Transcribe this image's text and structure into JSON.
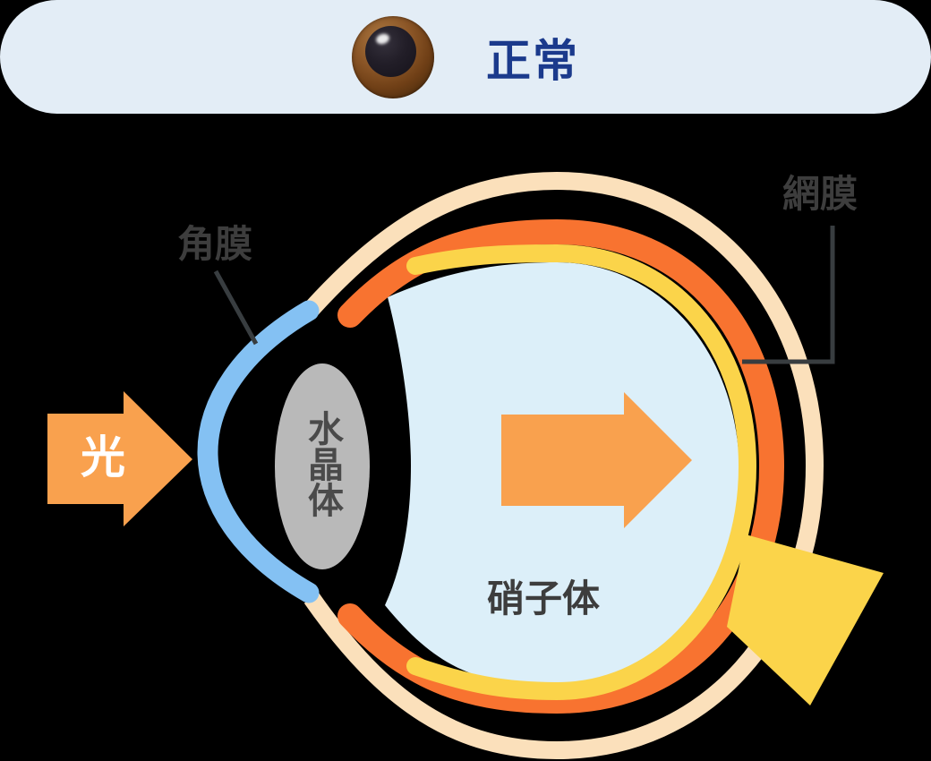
{
  "header": {
    "title": "正常",
    "icon": "eye-iris-icon",
    "background_color": "#e3edf6",
    "title_color": "#1b3a8c"
  },
  "diagram": {
    "background_color": "#000000",
    "label_color": "#3d3d3d",
    "pointer_line_color": "#383d40",
    "parts": {
      "sclera": {
        "color": "#fbe0bb"
      },
      "choroid": {
        "color": "#f87330"
      },
      "retina": {
        "label": "網膜",
        "color": "#fbd44a"
      },
      "cornea": {
        "label": "角膜",
        "color": "#84c1f3"
      },
      "lens": {
        "label": "水晶体",
        "color": "#b9b9b9",
        "label_color": "#4a4a4a"
      },
      "vitreous": {
        "label": "硝子体",
        "color": "#dceff9"
      },
      "optic_nerve": {
        "color": "#fbd44a"
      }
    },
    "light_arrow": {
      "label": "光",
      "color": "#f9a14e",
      "label_color": "#ffffff"
    },
    "focus_arrow": {
      "color": "#f9a14e"
    }
  }
}
